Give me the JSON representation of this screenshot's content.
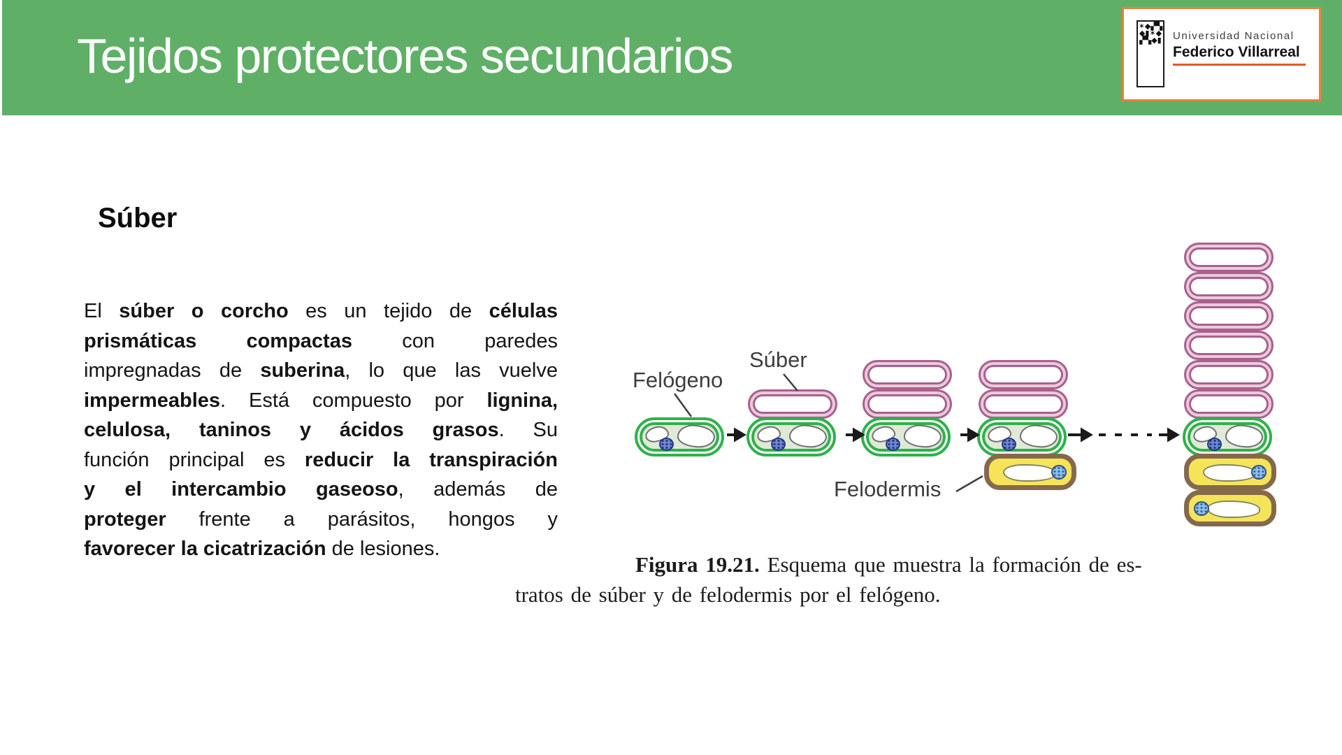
{
  "header": {
    "title": "Tejidos protectores secundarios",
    "bg_color": "#5FB066"
  },
  "logo": {
    "line1": "Universidad Nacional",
    "line2": "Federico Villarreal",
    "emblem_icon": "unfv-tumi-emblem",
    "emblem_glyphs": "✶◆▞▚◆▮✶◆▞▚◆▮",
    "border_color": "#E8813B",
    "underline_color": "#E0592B"
  },
  "content": {
    "heading": "Súber",
    "paragraph_lines": [
      {
        "segs": [
          {
            "t": "El ",
            "b": 0
          },
          {
            "t": "súber o corcho",
            "b": 1
          },
          {
            "t": " es un tejido de ",
            "b": 0
          },
          {
            "t": "células",
            "b": 1
          }
        ]
      },
      {
        "segs": [
          {
            "t": "prismáticas compactas",
            "b": 1
          },
          {
            "t": " con paredes",
            "b": 0
          }
        ]
      },
      {
        "segs": [
          {
            "t": "impregnadas de ",
            "b": 0
          },
          {
            "t": "suberina",
            "b": 1
          },
          {
            "t": ", lo que las vuelve",
            "b": 0
          }
        ]
      },
      {
        "segs": [
          {
            "t": "impermeables",
            "b": 1
          },
          {
            "t": ". Está compuesto por ",
            "b": 0
          },
          {
            "t": "lignina,",
            "b": 1
          }
        ]
      },
      {
        "segs": [
          {
            "t": "celulosa, taninos y ácidos grasos",
            "b": 1
          },
          {
            "t": ". Su",
            "b": 0
          }
        ]
      },
      {
        "segs": [
          {
            "t": "función principal es ",
            "b": 0
          },
          {
            "t": "reducir la transpiración",
            "b": 1
          }
        ]
      },
      {
        "segs": [
          {
            "t": "y el intercambio gaseoso",
            "b": 1
          },
          {
            "t": ", además de",
            "b": 0
          }
        ]
      },
      {
        "segs": [
          {
            "t": "proteger",
            "b": 1
          },
          {
            "t": " frente a parásitos, hongos y",
            "b": 0
          }
        ]
      },
      {
        "segs": [
          {
            "t": "favorecer la cicatrización",
            "b": 1
          },
          {
            "t": " de lesiones.",
            "b": 0
          }
        ]
      }
    ]
  },
  "figure": {
    "labels": {
      "felogeno": "Felógeno",
      "suber": "Súber",
      "felodermis": "Felodermis"
    },
    "stages": [
      {
        "suber_cells": 0,
        "felodermis_cells": 0
      },
      {
        "suber_cells": 1,
        "felodermis_cells": 0
      },
      {
        "suber_cells": 2,
        "felodermis_cells": 0
      },
      {
        "suber_cells": 2,
        "felodermis_cells": 1
      },
      {
        "suber_cells": 6,
        "felodermis_cells": 2
      }
    ],
    "caption": {
      "label": "Figura 19.21.",
      "line1_rest": " Esquema que muestra la formación de es-",
      "line2": "tratos de súber y de felodermis por el felógeno."
    },
    "colors": {
      "phellogen_green": "#2FB14B",
      "suber_pink": "#A9608E",
      "felodermis_brown": "#85694B",
      "felodermis_yellow": "#F5E45A",
      "nucleus_blue": "#26387E",
      "felodermis_nucleus_blue": "#8CBCE8"
    }
  }
}
